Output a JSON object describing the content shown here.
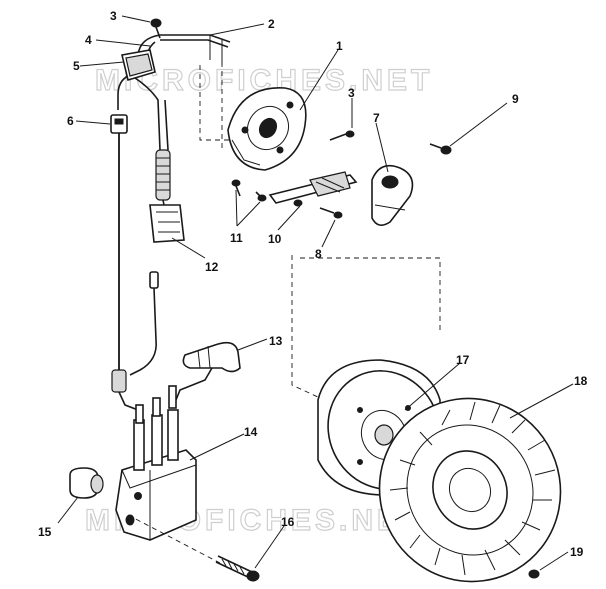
{
  "watermark": {
    "text": "MICROFICHES.NET"
  },
  "callouts": [
    {
      "label": "1"
    },
    {
      "label": "2"
    },
    {
      "label": "3"
    },
    {
      "label": "3"
    },
    {
      "label": "4"
    },
    {
      "label": "5"
    },
    {
      "label": "6"
    },
    {
      "label": "7"
    },
    {
      "label": "8"
    },
    {
      "label": "9"
    },
    {
      "label": "10"
    },
    {
      "label": "11"
    },
    {
      "label": "12"
    },
    {
      "label": "13"
    },
    {
      "label": "14"
    },
    {
      "label": "15"
    },
    {
      "label": "16"
    },
    {
      "label": "17"
    },
    {
      "label": "18"
    },
    {
      "label": "19"
    }
  ]
}
